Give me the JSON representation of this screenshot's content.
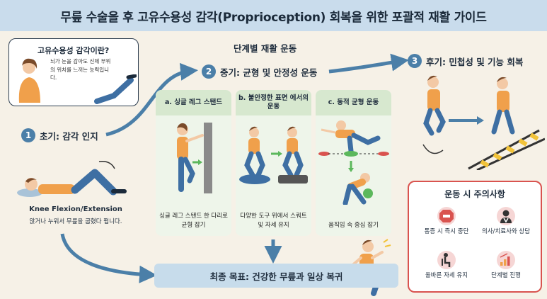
{
  "title": "무릎 수술을 후 고유수용성 감각(Proprioception) 회복을 위한 포괄적 재활 가이드",
  "definition": {
    "title": "고유수용성 감각이란?",
    "text": "뇌가 눈을 감아도 신체 부위의 위치를 느끼는 능력입니다."
  },
  "section_title": "단계별 재활 운동",
  "stages": [
    {
      "num": "1",
      "label": "초기: 감각 인지"
    },
    {
      "num": "2",
      "label": "중기: 균형 및 안정성 운동"
    },
    {
      "num": "3",
      "label": "후기: 민첩성 및 기능 회복"
    }
  ],
  "knee": {
    "title": "Knee Flexion/Extension",
    "desc": "앉거나 누워서 무릎을 굽혔다 펍니다."
  },
  "panels": [
    {
      "header": "a. 싱글 레그 스탠드",
      "caption": "싱글 레그 스탠드 한 다리로 균형 잡기"
    },
    {
      "header": "b. 불안정한 표면 에서의 운동",
      "caption": "다양한 도구 위에서 스쿼트 및 자세 유지"
    },
    {
      "header": "c. 동적 균형 운동",
      "caption": "움직임 속 중심 잡기"
    }
  ],
  "goal": "최종 목표: 건강한 무릎과 일상 복귀",
  "caution": {
    "title": "운동 시 주의사항",
    "items": [
      {
        "icon": "stop-sign-icon",
        "text": "통증 시 즉시 중단"
      },
      {
        "icon": "doctor-icon",
        "text": "의사/치료사와 상담"
      },
      {
        "icon": "posture-icon",
        "text": "올바른 자세 유지"
      },
      {
        "icon": "step-chart-icon",
        "text": "단계별 진행"
      }
    ]
  },
  "colors": {
    "banner": "#c9dcec",
    "accent": "#4b7fa8",
    "panel": "#eef5ea",
    "panel_header": "#d7e8cf",
    "caution_border": "#d9534f",
    "shirt": "#f0a04b",
    "pants": "#3e6fa3"
  }
}
